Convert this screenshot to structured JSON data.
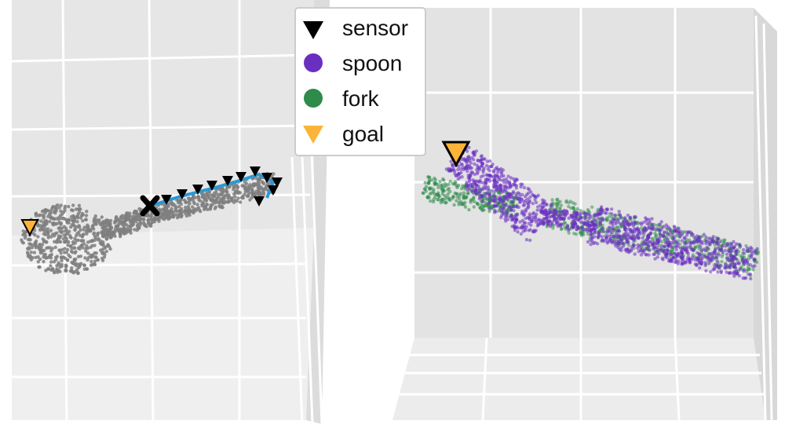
{
  "chart_data": {
    "type": "scatter",
    "title": "",
    "legend": {
      "placement": "top-center",
      "entries": [
        {
          "label": "sensor",
          "marker": "triangle-down",
          "color": "#000000"
        },
        {
          "label": "spoon",
          "marker": "circle",
          "color": "#6a2fc1"
        },
        {
          "label": "fork",
          "marker": "circle",
          "color": "#2e8b4a"
        },
        {
          "label": "goal",
          "marker": "triangle-down",
          "color": "#fbb437"
        }
      ]
    },
    "panels": [
      {
        "name": "left",
        "grid": true,
        "series": [
          "object-point-cloud",
          "sensor",
          "path",
          "start",
          "goal"
        ],
        "colors": {
          "cloud": "#7f7f7f",
          "path": "#2a98d4",
          "sensor": "#000000",
          "goal": "#fbb437",
          "start": "#000000"
        }
      },
      {
        "name": "right",
        "grid": true,
        "series": [
          "spoon",
          "fork",
          "goal"
        ],
        "colors": {
          "spoon": "#6a2fc1",
          "fork": "#2e8b4a",
          "goal": "#fbb437"
        }
      }
    ]
  }
}
